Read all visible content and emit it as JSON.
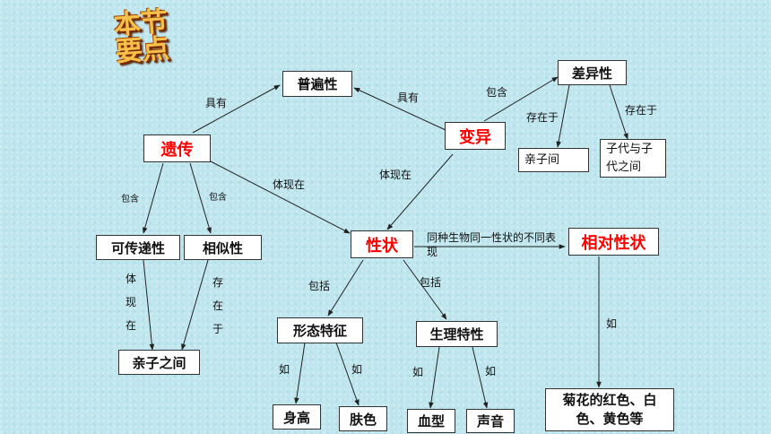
{
  "title": "本节要点",
  "nodes": {
    "yichuan": "遗传",
    "pubianxing": "普遍性",
    "bianyi": "变异",
    "chayixing": "差异性",
    "qinzijian": "亲子间",
    "zidai": "子代与子代之间",
    "kechuandixing": "可传递性",
    "xiangsixing": "相似性",
    "xingzhuang": "性状",
    "xiangduixingzhuang": "相对性状",
    "qinzizhijian": "亲子之间",
    "xingtaitezheng": "形态特征",
    "shenglitexing": "生理特性",
    "shengao": "身高",
    "fuse": "肤色",
    "xuexing": "血型",
    "shengyin": "声音",
    "juhua": "菊花的红色、白色、黄色等"
  },
  "labels": {
    "juyou1": "具有",
    "juyou2": "具有",
    "baohan1": "包含",
    "cunzaiyu1": "存在于",
    "cunzaiyu2": "存在于",
    "baohan2": "包含",
    "baohan3": "包含",
    "tixianzai1": "体现在",
    "tixianzai2": "体现在",
    "tongzhong": "同种生物同一性状的不同表现",
    "baokuo1": "包括",
    "baokuo2": "包括",
    "ti_xian_zai": "体现在",
    "cun_zai_yu": "存在于",
    "ru1": "如",
    "ru2": "如",
    "ru3": "如",
    "ru4": "如",
    "ru5": "如"
  }
}
